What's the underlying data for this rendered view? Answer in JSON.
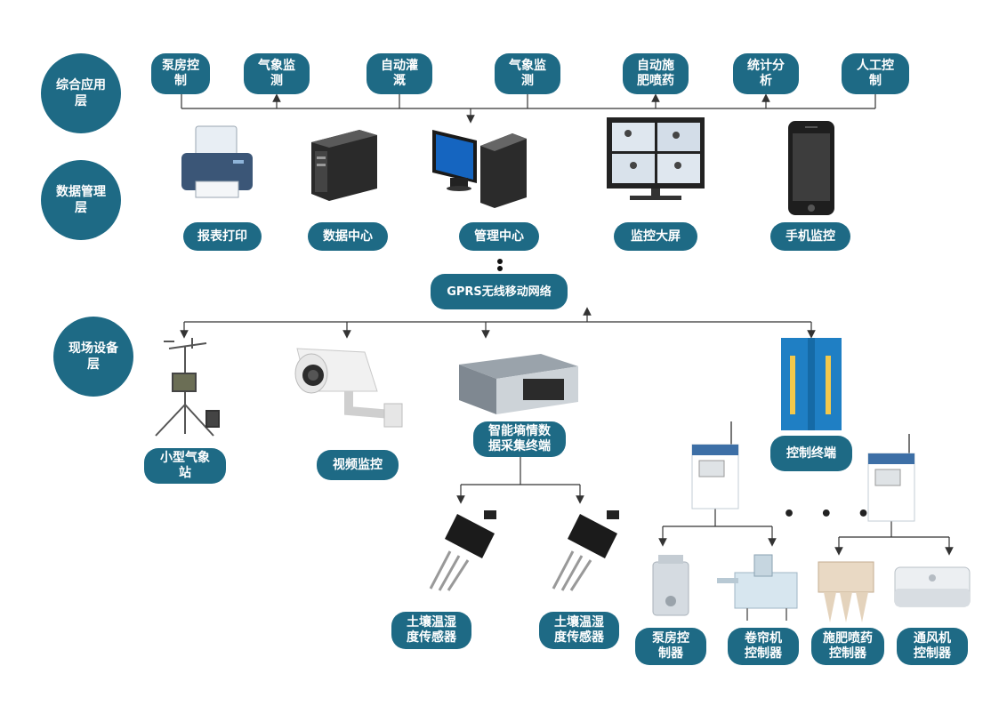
{
  "layers": {
    "application": "综合应用\n层",
    "data_management": "数据管理\n层",
    "field_devices": "现场设备\n层"
  },
  "application_items": [
    "泵房控\n制",
    "气象监\n测",
    "自动灌\n溉",
    "气象监\n测",
    "自动施\n肥喷药",
    "统计分\n析",
    "人工控\n制"
  ],
  "data_items": [
    "报表打印",
    "数据中心",
    "管理中心",
    "监控大屏",
    "手机监控"
  ],
  "network": "GPRS无线移动网络",
  "field_items": {
    "weather_station": "小型气象\n站",
    "video": "视频监控",
    "collector": "智能墒情数\n据采集终端",
    "control_terminal": "控制终端",
    "soil_sensor_1": "土壤温湿\n度传感器",
    "soil_sensor_2": "土壤温湿\n度传感器",
    "pump_controller": "泵房控\n制器",
    "curtain_controller": "卷帘机\n控制器",
    "fertilizer_controller": "施肥喷药\n控制器",
    "ventilation_controller": "通风机\n控制器"
  },
  "colors": {
    "node": "#1e6a85",
    "line": "#333333",
    "panel_blue": "#1f7fc4",
    "panel_yellow": "#f2c84b"
  },
  "ellipsis": "• • •"
}
